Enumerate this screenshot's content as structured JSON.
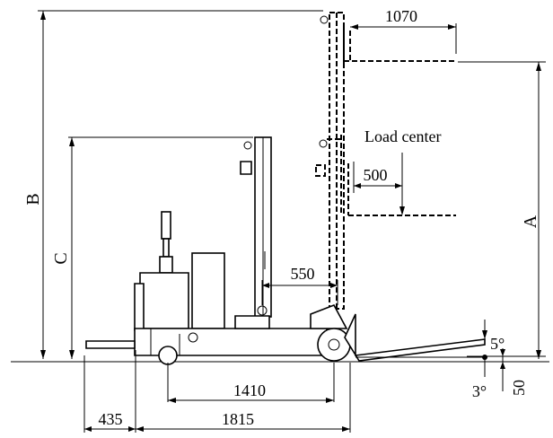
{
  "labels": {
    "load_center": "Load center",
    "height_b": "B",
    "height_c": "C",
    "height_a": "A"
  },
  "dimensions": {
    "fork_extension": "1070",
    "load_center_distance": "500",
    "mast_offset": "550",
    "wheelbase": "1410",
    "rear_overhang": "435",
    "overall_length": "1815",
    "fork_height": "50"
  },
  "angles": {
    "forward_tilt": "5°",
    "backward_tilt": "3°"
  }
}
